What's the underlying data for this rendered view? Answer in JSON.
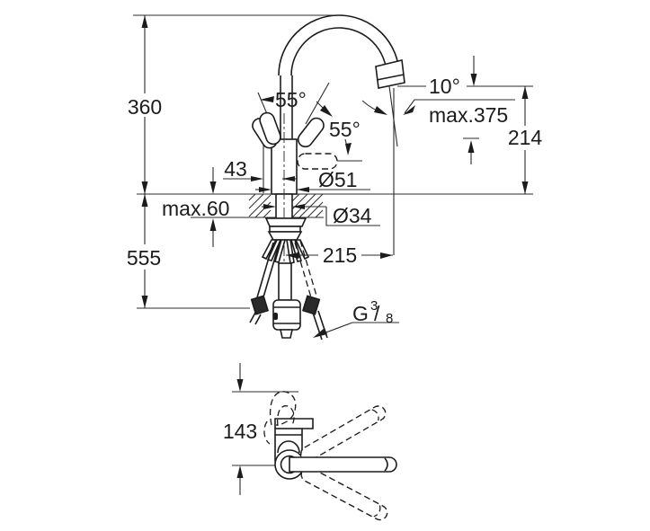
{
  "drawing": {
    "kind": "faucet technical dimension drawing",
    "colors": {
      "line": "#1c1c1c",
      "background": "#ffffff"
    }
  },
  "side_view": {
    "dim_height_above_deck": "360",
    "dim_hose_length_below": "555",
    "dim_handle_offset": "43",
    "dim_deck_thickness": "max.60",
    "dim_handle_angle_1": "55°",
    "dim_handle_angle_2": "55°",
    "dim_spout_tilt": "10°",
    "dim_max_height": "max.375",
    "dim_outlet_height": "214",
    "dim_body_diameter": "Ø51",
    "dim_shank_diameter": "Ø34",
    "dim_spout_reach": "215",
    "thread": {
      "letter": "G",
      "numerator": "3",
      "slash": "/",
      "denominator": "8"
    }
  },
  "plan_view": {
    "dim_depth": "143"
  }
}
